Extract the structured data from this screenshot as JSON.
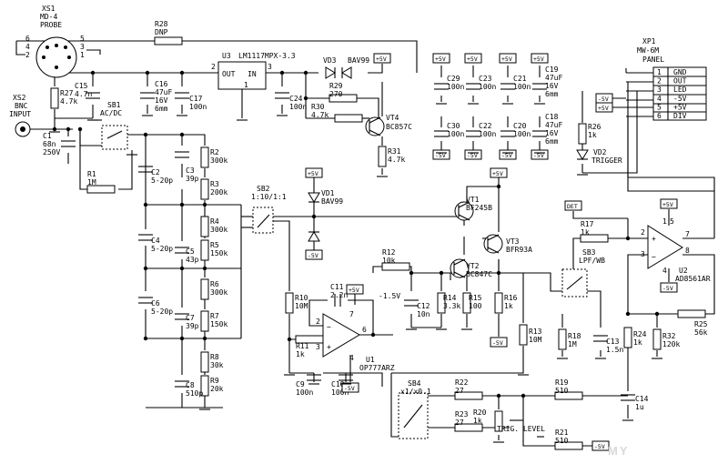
{
  "xs1": {
    "ref": "XS1",
    "model": "MD-4",
    "name": "PROBE",
    "pins": [
      "6",
      "4",
      "2",
      "1",
      "3",
      "5"
    ]
  },
  "xs2": {
    "ref": "XS2",
    "model": "BNC",
    "name": "INPUT"
  },
  "xp1": {
    "ref": "XP1",
    "model": "MW-6M",
    "name": "PANEL",
    "rows": [
      {
        "pin": "1",
        "signal": "GND"
      },
      {
        "pin": "2",
        "signal": "OUT"
      },
      {
        "pin": "3",
        "signal": "LED"
      },
      {
        "pin": "4",
        "signal": "-5V"
      },
      {
        "pin": "5",
        "signal": "+5V"
      },
      {
        "pin": "6",
        "signal": "DIV"
      }
    ]
  },
  "u3": {
    "ref": "U3",
    "part": "LM1117MPX-3.3",
    "in": "IN",
    "out": "OUT",
    "pin_in": "3",
    "pin_out": "2",
    "pin_gnd": "1"
  },
  "u1": {
    "ref": "U1",
    "part": "OP777ARZ",
    "pins": [
      "2",
      "3",
      "6",
      "7",
      "4"
    ]
  },
  "u2": {
    "ref": "U2",
    "part": "AD8561AR",
    "pins": [
      "2",
      "3",
      "7",
      "8",
      "5",
      "1",
      "4"
    ]
  },
  "vt1": {
    "ref": "VT1",
    "part": "BF245B"
  },
  "vt2": {
    "ref": "VT2",
    "part": "BC847C"
  },
  "vt3": {
    "ref": "VT3",
    "part": "BFR93A"
  },
  "vt4": {
    "ref": "VT4",
    "part": "BC857C"
  },
  "vd1": {
    "ref": "VD1",
    "part": "BAV99"
  },
  "vd2": {
    "ref": "VD2",
    "part": "TRIGGER"
  },
  "vd3": {
    "ref": "VD3",
    "part": "BAV99"
  },
  "sb1": {
    "ref": "SB1",
    "label": "AC/DC"
  },
  "sb2": {
    "ref": "SB2",
    "label": "1:10/1:1"
  },
  "sb3": {
    "ref": "SB3",
    "label": "LPF/WB"
  },
  "sb4": {
    "ref": "SB4",
    "label": "x1/x0.1"
  },
  "r": {
    "R1": "1M",
    "R2": "300k",
    "R3": "200k",
    "R4": "300k",
    "R5": "150k",
    "R6": "300k",
    "R7": "150k",
    "R8": "30k",
    "R9": "20k",
    "R10": "10M",
    "R11": "1k",
    "R12": "10k",
    "R13": "10M",
    "R14": "3.3k",
    "R15": "100",
    "R16": "1k",
    "R17": "1k",
    "R18": "1M",
    "R19": "510",
    "R20": "1k",
    "R21": "510",
    "R22": "27",
    "R23": "27",
    "R24": "1k",
    "R25": "56k",
    "R26": "1k",
    "R27": "4.7k",
    "R28": "DNP",
    "R29": "270",
    "R30": "4.7k",
    "R31": "4.7k",
    "R32": "120k"
  },
  "r20_note": "TRIG. LEVEL",
  "c": {
    "C1": "68n",
    "C1b": "250V",
    "C2": "5-20p",
    "C3": "39p",
    "C4": "5-20p",
    "C5": "43p",
    "C6": "5-20p",
    "C7": "39p",
    "C8": "510p",
    "C9": "100n",
    "C10": "100n",
    "C11": "2.2n",
    "C12": "10n",
    "C13": "1.5n",
    "C14": "1u",
    "C15": "4.7n",
    "C16": "47uF",
    "C16b": "16V",
    "C16c": "6mm",
    "C17": "100n",
    "C18": "47uF",
    "C18b": "16V",
    "C18c": "6mm",
    "C19": "47uF",
    "C19b": "16V",
    "C19c": "6mm",
    "C20": "100n",
    "C21": "100n",
    "C22": "100n",
    "C23": "100n",
    "C24": "100n",
    "C29": "100n",
    "C30": "100n"
  },
  "rails": {
    "pos": "+5V",
    "neg": "-5V",
    "det": "DET",
    "bias": "-1.5V"
  },
  "watermark": "MY"
}
